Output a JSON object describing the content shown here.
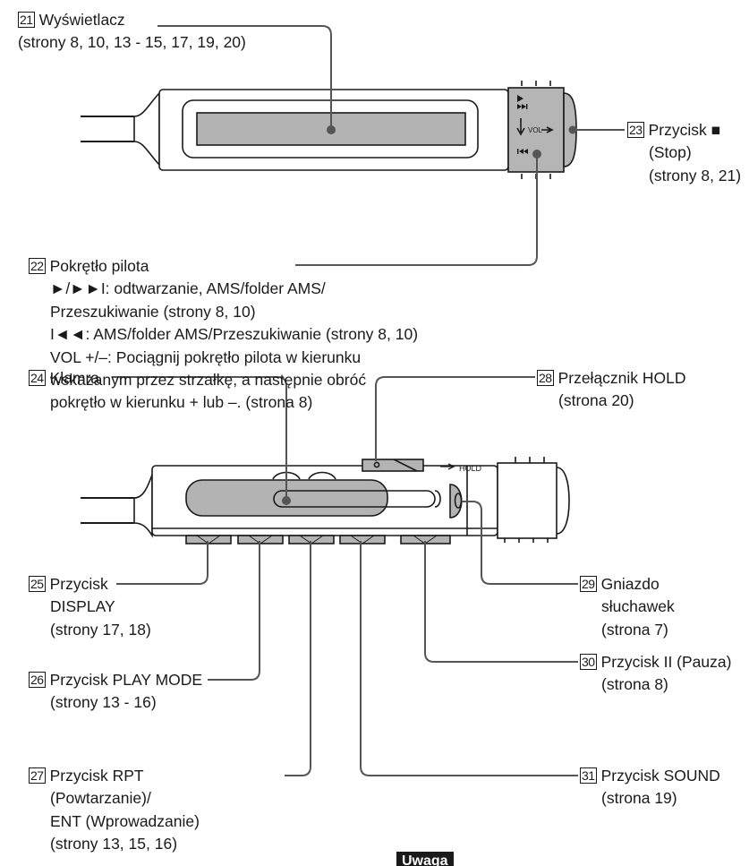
{
  "callouts": {
    "c21": {
      "num": "21",
      "lines": [
        "Wyświetlacz",
        "(strony 8, 10, 13 - 15, 17, 19, 20)"
      ]
    },
    "c22": {
      "num": "22",
      "lines": [
        "Pokrętło pilota",
        "►/►►I: odtwarzanie, AMS/folder AMS/",
        "Przeszukiwanie (strony 8, 10)",
        "I◄◄: AMS/folder AMS/Przeszukiwanie (strony 8, 10)",
        "VOL +/–: Pociągnij pokrętło pilota w kierunku",
        "wskazanym przez strzałkę, a następnie obróć",
        "pokrętło w kierunku + lub –. (strona 8)"
      ]
    },
    "c23": {
      "num": "23",
      "lines": [
        "Przycisk ■",
        "(Stop)",
        "(strony 8, 21)"
      ]
    },
    "c24": {
      "num": "24",
      "lines": [
        "Klamra"
      ]
    },
    "c25": {
      "num": "25",
      "lines": [
        "Przycisk",
        "DISPLAY",
        "(strony 17, 18)"
      ]
    },
    "c26": {
      "num": "26",
      "lines": [
        "Przycisk PLAY MODE",
        "(strony 13 - 16)"
      ]
    },
    "c27": {
      "num": "27",
      "lines": [
        "Przycisk RPT",
        "(Powtarzanie)/",
        "ENT (Wprowadzanie)",
        "(strony 13, 15, 16)"
      ]
    },
    "c28": {
      "num": "28",
      "lines": [
        "Przełącznik HOLD",
        "(strona 20)"
      ]
    },
    "c29": {
      "num": "29",
      "lines": [
        "Gniazdo",
        "słuchawek",
        "(strona 7)"
      ]
    },
    "c30": {
      "num": "30",
      "lines": [
        "Przycisk II (Pauza)",
        "(strona 8)"
      ]
    },
    "c31": {
      "num": "31",
      "lines": [
        "Przycisk SOUND",
        "(strona 19)"
      ]
    }
  },
  "remote": {
    "vol_label": "VOL",
    "hold_label": "HOLD"
  },
  "note": {
    "label": "Uwaga"
  }
}
